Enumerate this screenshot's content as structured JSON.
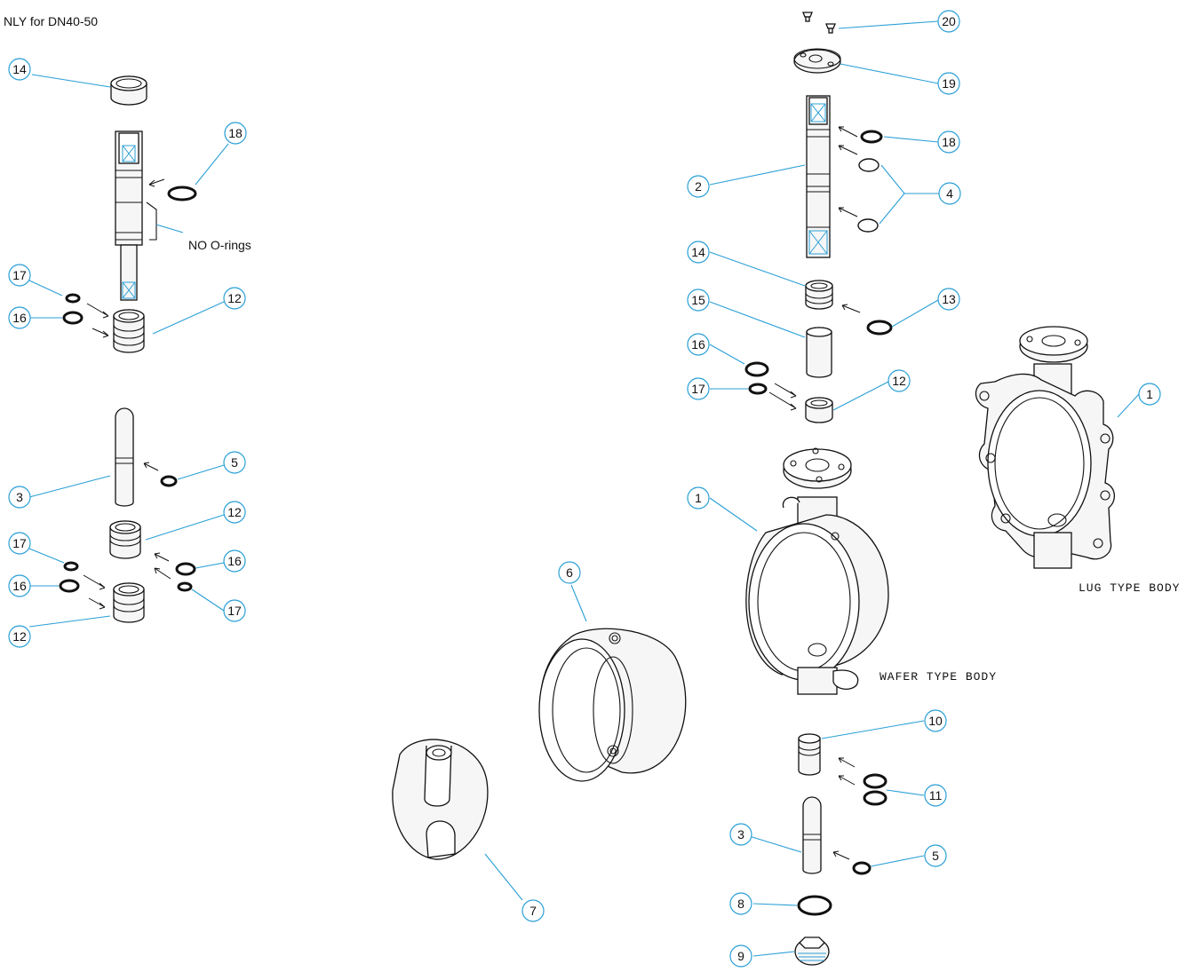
{
  "labels": {
    "note_top": "NLY for DN40-50",
    "no_orings": "NO O-rings",
    "wafer": "WAFER TYPE BODY",
    "lug": "LUG TYPE BODY"
  },
  "balloons": [
    "14",
    "18",
    "17",
    "16",
    "12",
    "3",
    "5",
    "12",
    "17",
    "16",
    "16",
    "17",
    "12",
    "20",
    "19",
    "18",
    "2",
    "4",
    "14",
    "13",
    "15",
    "16",
    "12",
    "17",
    "1",
    "1",
    "6",
    "10",
    "11",
    "3",
    "5",
    "8",
    "9",
    "7"
  ],
  "colors": {
    "leader": "#2a9fd6",
    "ink": "#111111"
  }
}
